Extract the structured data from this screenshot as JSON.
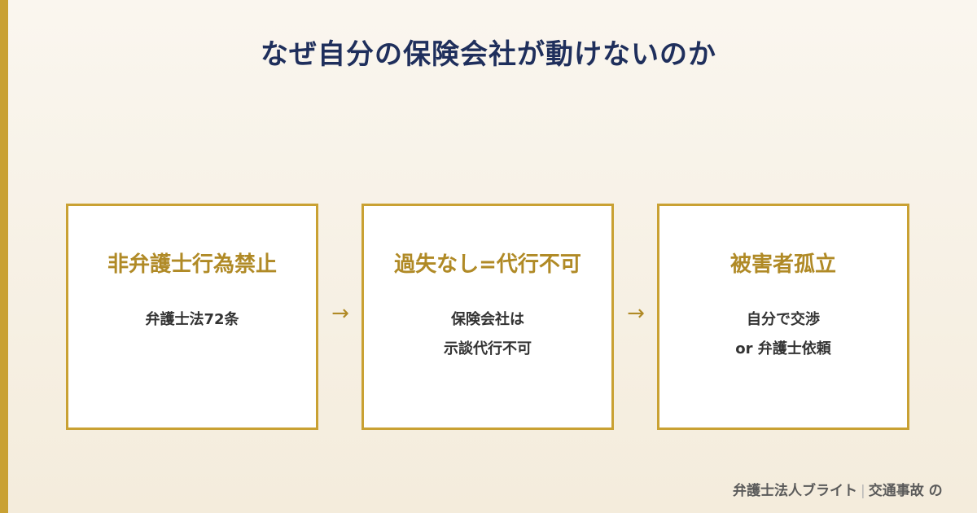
{
  "title": "なぜ自分の保険会社が動けないのか",
  "steps": [
    {
      "heading": "非弁護士行為禁止",
      "detail_lines": [
        "弁護士法72条"
      ]
    },
    {
      "heading": "過失なし=代行不可",
      "detail_lines": [
        "保険会社は",
        "示談代行不可"
      ]
    },
    {
      "heading": "被害者孤立",
      "detail_lines": [
        "自分で交渉",
        "or 弁護士依頼"
      ]
    }
  ],
  "arrow_glyph": "→",
  "footer": {
    "firm": "弁護士法人ブライト",
    "separator": "|",
    "topic": "交通事故",
    "trailing": "の"
  },
  "colors": {
    "accent": "#c9a133",
    "title": "#1f2f5c",
    "heading": "#b08a26",
    "text": "#333333"
  }
}
